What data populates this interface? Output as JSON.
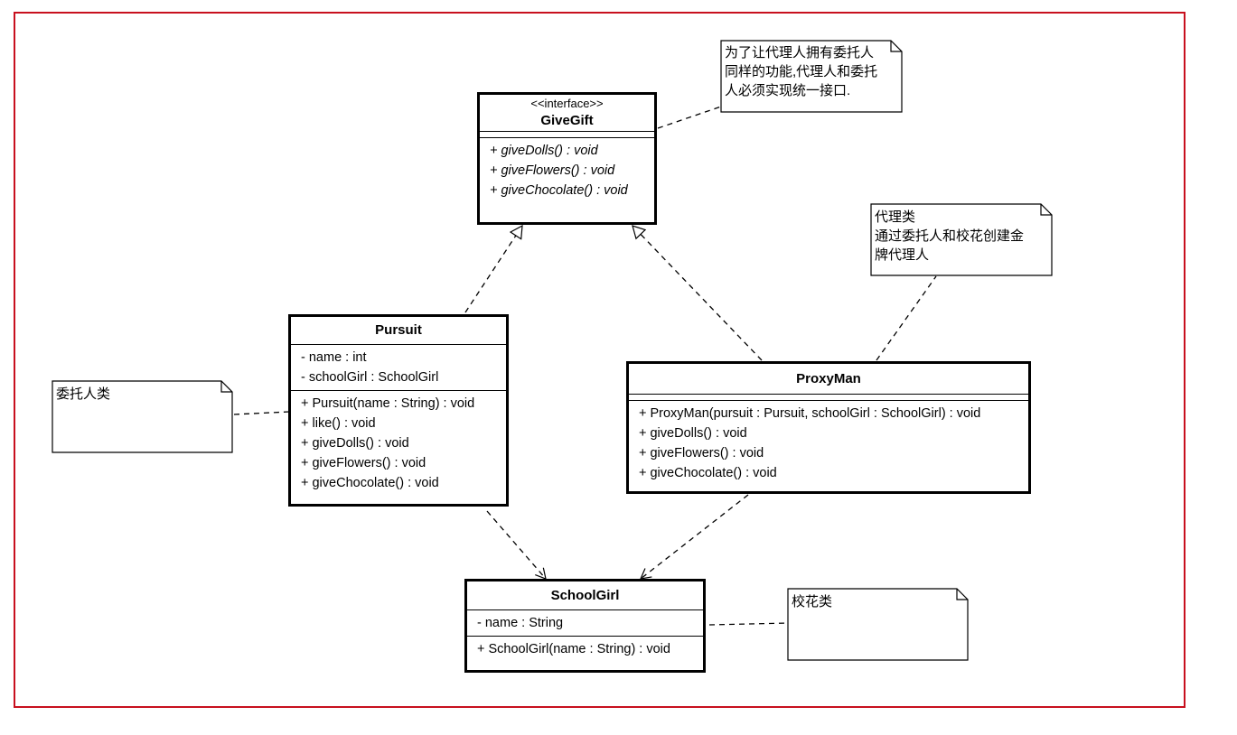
{
  "colors": {
    "frame": "#c8101e",
    "line": "#000000"
  },
  "classes": {
    "givegift": {
      "stereotype": "<<interface>>",
      "name": "GiveGift",
      "attributes": [],
      "operations": [
        "+ giveDolls() : void",
        "+ giveFlowers() : void",
        "+ giveChocolate() : void"
      ]
    },
    "pursuit": {
      "name": "Pursuit",
      "attributes": [
        "- name : int",
        "- schoolGirl : SchoolGirl"
      ],
      "operations": [
        "+ Pursuit(name : String) : void",
        "+ like() : void",
        "+ giveDolls() : void",
        "+ giveFlowers() : void",
        "+ giveChocolate() : void"
      ]
    },
    "proxyman": {
      "name": "ProxyMan",
      "attributes": [],
      "operations": [
        "+ ProxyMan(pursuit : Pursuit, schoolGirl : SchoolGirl) : void",
        "+ giveDolls() : void",
        "+ giveFlowers() : void",
        "+ giveChocolate() : void"
      ]
    },
    "schoolgirl": {
      "name": "SchoolGirl",
      "attributes": [
        "- name : String"
      ],
      "operations": [
        "+ SchoolGirl(name : String) : void"
      ]
    }
  },
  "notes": {
    "interface_note": [
      "为了让代理人拥有委托人",
      "同样的功能,代理人和委托",
      "人必须实现统一接口."
    ],
    "proxy_note": [
      "代理类",
      "通过委托人和校花创建金",
      "牌代理人"
    ],
    "delegator_note": [
      "委托人类"
    ],
    "schoolgirl_note": [
      "校花类"
    ]
  }
}
